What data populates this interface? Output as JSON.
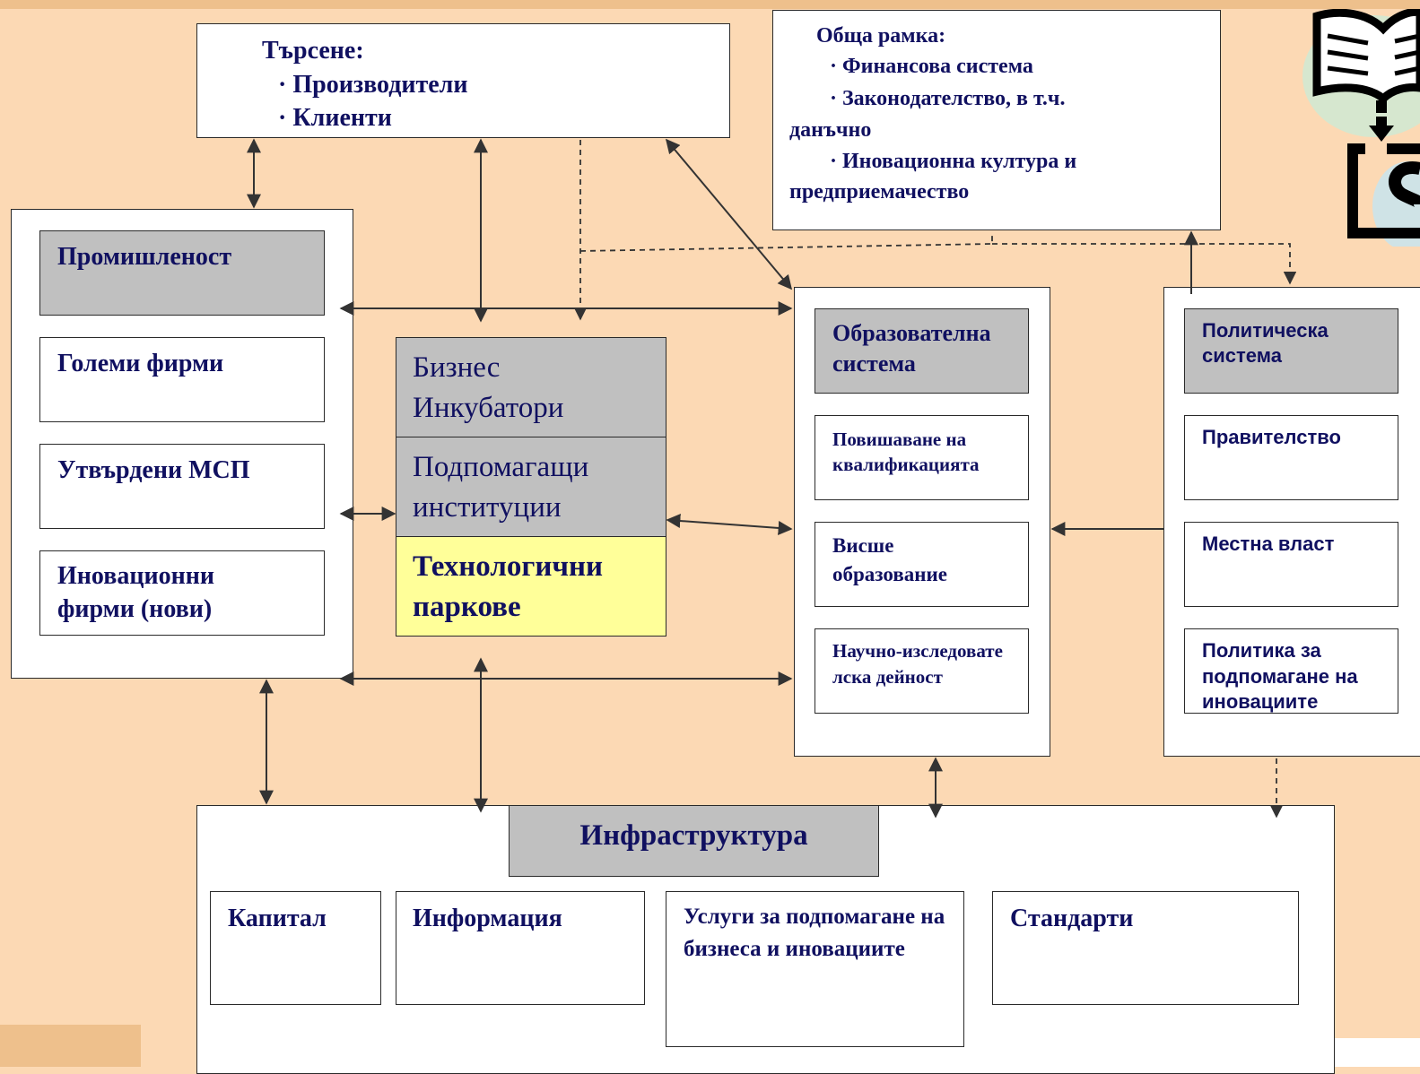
{
  "demand": {
    "title": "Търсене:",
    "items": [
      "· Производители",
      "· Клиенти"
    ]
  },
  "framework": {
    "title": "Обща рамка:",
    "line1": "· Финансова система",
    "line2a": "· Законодателство, в т.ч.",
    "line2b": "данъчно",
    "line3a": "· Иновационна култура и",
    "line3b": "предприемачество"
  },
  "industry": {
    "title": "Промишленост",
    "items": [
      "Големи фирми",
      "Утвърдени МСП",
      "Иновационни фирми (нови)"
    ]
  },
  "middle": {
    "incubators": "Бизнес Инкубатори",
    "institutions": "Подпомагащи институции",
    "parks": "Технологични паркове"
  },
  "education": {
    "title": "Образователна система",
    "items": [
      "Повишаване на квалификацията",
      "Висше образование",
      "Научно-изследователска дейност"
    ]
  },
  "political": {
    "title": "Политическа система",
    "items": [
      "Правителство",
      "Местна власт",
      "Политика за подпомагане на иновациите"
    ]
  },
  "infrastructure": {
    "title": "Инфраструктура",
    "items": [
      "Капитал",
      "Информация",
      "Услуги за подпомагане на бизнеса и иновациите",
      "Стандарти"
    ]
  },
  "colors": {
    "background": "#fcd9b4",
    "header_gray": "#c0c0c0",
    "highlight_yellow": "#ffff99",
    "text_navy": "#101060"
  },
  "icons": [
    "book-money-icon"
  ]
}
